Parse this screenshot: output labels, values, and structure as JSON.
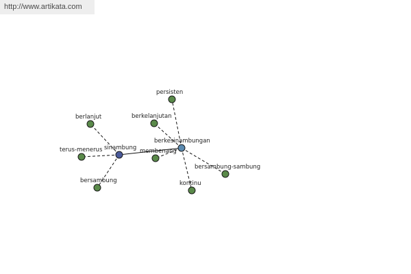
{
  "watermark": {
    "url": "http://www.artikata.com"
  },
  "graph": {
    "colors": {
      "synonym": "#5a8a4a",
      "center": "#4a5a9a",
      "hub": "#5a8ab0"
    },
    "nodes": [
      {
        "id": "sinambung",
        "label": "sinambung",
        "role": "center"
      },
      {
        "id": "berkesinambungan",
        "label": "berkesinambungan",
        "role": "hub"
      },
      {
        "id": "persisten",
        "label": "persisten",
        "role": "synonym"
      },
      {
        "id": "berlanjut",
        "label": "berlanjut",
        "role": "synonym"
      },
      {
        "id": "berkelanjutan",
        "label": "berkelanjutan",
        "role": "synonym"
      },
      {
        "id": "terus-menerus",
        "label": "terus-menerus",
        "role": "synonym"
      },
      {
        "id": "membenang",
        "label": "membenang",
        "role": "synonym"
      },
      {
        "id": "bersambung-sambung",
        "label": "bersambung-sambung",
        "role": "synonym"
      },
      {
        "id": "bersambung",
        "label": "bersambung",
        "role": "synonym"
      },
      {
        "id": "kontinu",
        "label": "kontinu",
        "role": "synonym"
      }
    ],
    "edges": [
      {
        "from": "sinambung",
        "to": "berkesinambungan",
        "style": "solid"
      },
      {
        "from": "sinambung",
        "to": "berlanjut",
        "style": "dashed"
      },
      {
        "from": "sinambung",
        "to": "terus-menerus",
        "style": "dashed"
      },
      {
        "from": "sinambung",
        "to": "bersambung",
        "style": "dashed"
      },
      {
        "from": "berkesinambungan",
        "to": "persisten",
        "style": "dashed"
      },
      {
        "from": "berkesinambungan",
        "to": "berkelanjutan",
        "style": "dashed"
      },
      {
        "from": "berkesinambungan",
        "to": "membenang",
        "style": "dashed"
      },
      {
        "from": "berkesinambungan",
        "to": "bersambung-sambung",
        "style": "dashed"
      },
      {
        "from": "berkesinambungan",
        "to": "kontinu",
        "style": "dashed"
      }
    ]
  }
}
